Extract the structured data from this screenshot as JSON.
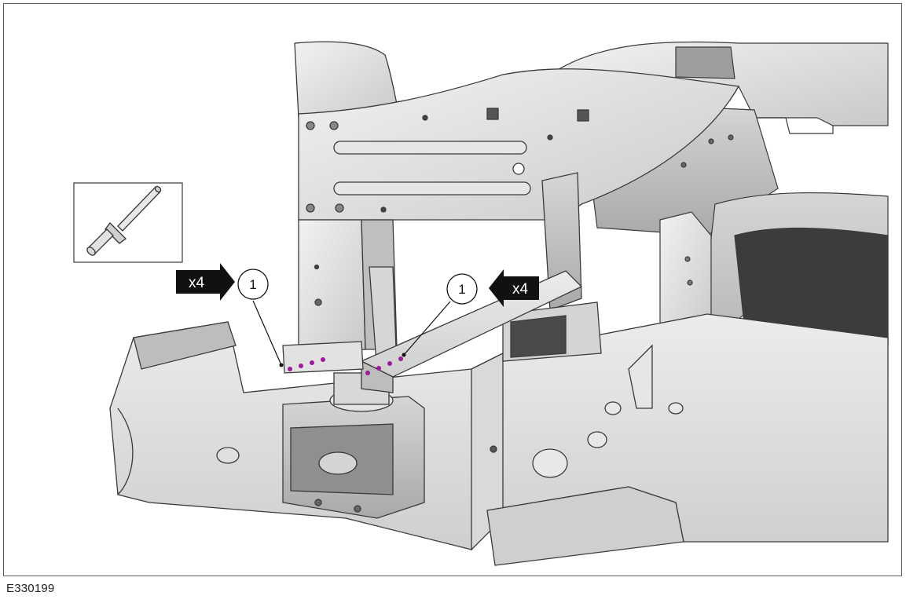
{
  "figure": {
    "code": "E330199",
    "callouts": [
      {
        "label": "1"
      },
      {
        "label": "1"
      }
    ],
    "quantities": [
      {
        "label": "x4"
      },
      {
        "label": "x4"
      }
    ],
    "icons": {
      "fastener": "blind-rivet-icon",
      "left_arrow": "arrow-right-icon",
      "right_arrow": "arrow-left-icon"
    },
    "colors": {
      "rivet_marks": "#9b1b9b",
      "metal": "#dcdcdc",
      "outline": "#3a3a3a",
      "arrow_tag": "#111111"
    }
  }
}
